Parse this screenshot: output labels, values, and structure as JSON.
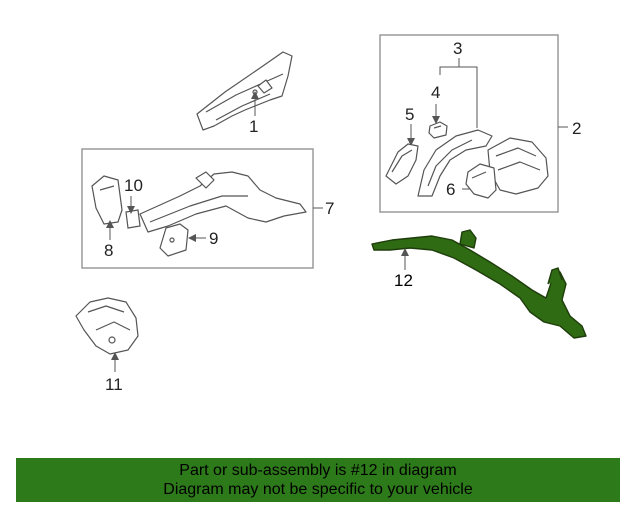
{
  "diagram": {
    "callouts": [
      "1",
      "2",
      "3",
      "4",
      "5",
      "6",
      "7",
      "8",
      "9",
      "10",
      "11",
      "12"
    ],
    "highlight_color": "#2e6b12",
    "part_stroke_color": "#555555",
    "box_stroke_color": "#9a9a9a"
  },
  "banner": {
    "line1": "Part or sub-assembly is #12 in diagram",
    "line2": "Diagram may not be specific to your vehicle",
    "background": "#2d7a1a"
  }
}
